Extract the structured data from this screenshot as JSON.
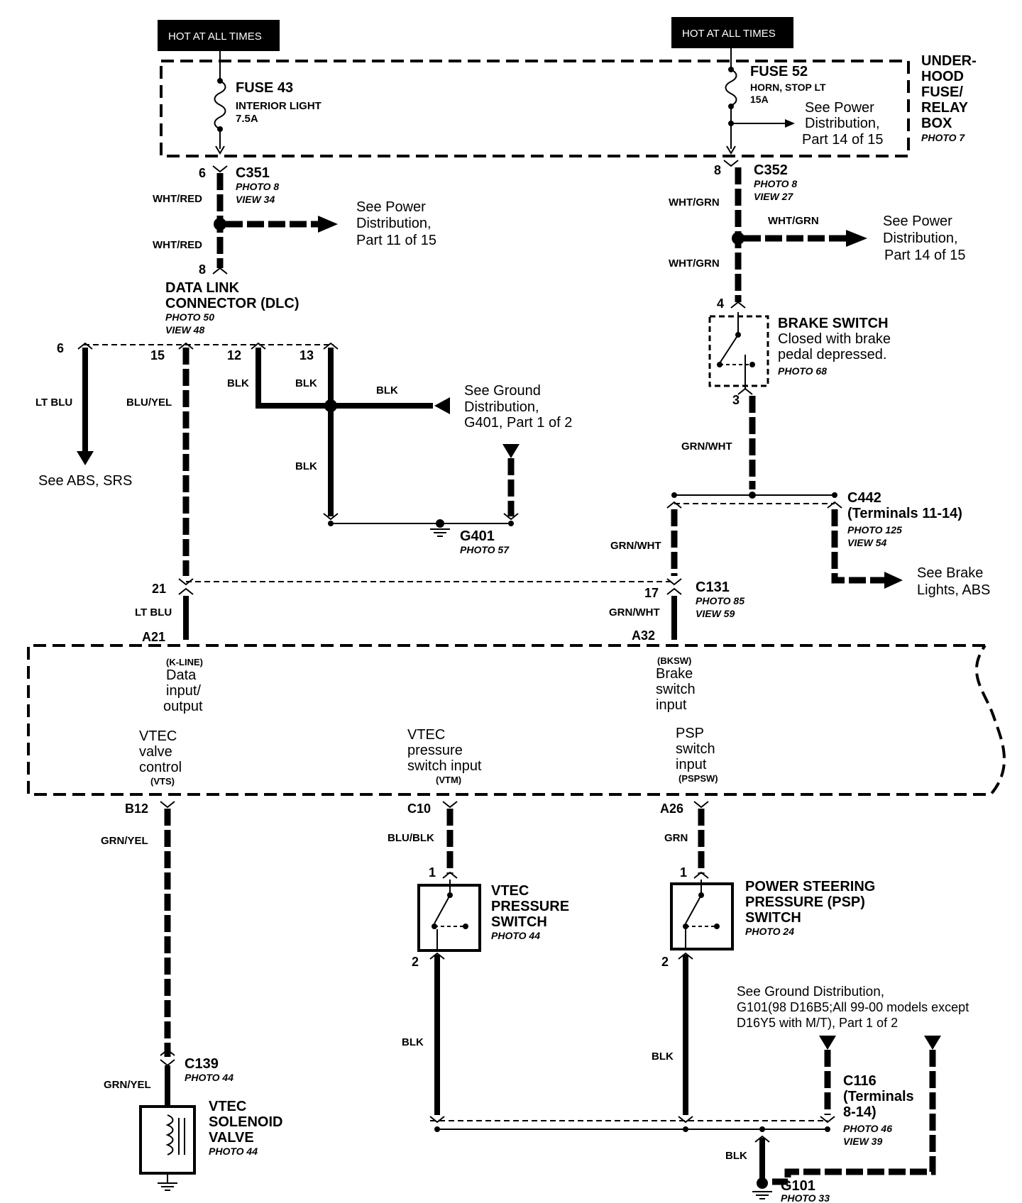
{
  "hot_labels": [
    "HOT AT ALL TIMES",
    "HOT AT ALL TIMES"
  ],
  "fuse_box": {
    "lines": [
      "UNDER-",
      "HOOD",
      "FUSE/",
      "RELAY",
      "BOX"
    ],
    "photo": "PHOTO 7"
  },
  "fuse43": {
    "title": "FUSE  43",
    "desc": "INTERIOR LIGHT",
    "amps": "7.5A"
  },
  "fuse52": {
    "title": "FUSE  52",
    "desc": "HORN, STOP LT",
    "amps": "15A"
  },
  "power14a": [
    "See Power",
    "Distribution,",
    "Part 14 of 15"
  ],
  "c351": {
    "pin": "6",
    "name": "C351",
    "photo": "PHOTO 8",
    "view": "VIEW 34"
  },
  "c352": {
    "pin": "8",
    "name": "C352",
    "photo": "PHOTO 8",
    "view": "VIEW 27"
  },
  "wires": {
    "wht_red_1": "WHT/RED",
    "wht_red_2": "WHT/RED",
    "wht_grn_1": "WHT/GRN",
    "wht_grn_2": "WHT/GRN",
    "wht_grn_3": "WHT/GRN",
    "lt_blu_1": "LT BLU",
    "blu_yel": "BLU/YEL",
    "blk_1": "BLK",
    "blk_2": "BLK",
    "blk_3": "BLK",
    "blk_4": "BLK",
    "grn_wht_1": "GRN/WHT",
    "grn_wht_2": "GRN/WHT",
    "grn_wht_3": "GRN/WHT",
    "lt_blu_2": "LT BLU",
    "grn_yel_1": "GRN/YEL",
    "grn_yel_2": "GRN/YEL",
    "blu_blk": "BLU/BLK",
    "grn": "GRN",
    "blk_5": "BLK",
    "blk_6": "BLK",
    "blk_7": "BLK"
  },
  "power11": [
    "See Power",
    "Distribution,",
    "Part 11 of 15"
  ],
  "power14b": [
    "See Power",
    "Distribution,",
    "Part 14 of 15"
  ],
  "dlc": {
    "pin": "8",
    "name1": "DATA LINK",
    "name2": "CONNECTOR (DLC)",
    "photo": "PHOTO 50",
    "view": "VIEW 48",
    "pins": [
      "6",
      "15",
      "12",
      "13"
    ]
  },
  "abs_srs": "See ABS, SRS",
  "ground_g401": [
    "See Ground",
    "Distribution,",
    "G401, Part 1 of 2"
  ],
  "g401": {
    "name": "G401",
    "photo": "PHOTO 57"
  },
  "brake_switch": {
    "pin_top": "4",
    "pin_bot": "3",
    "title": "BRAKE SWITCH",
    "desc1": "Closed with brake",
    "desc2": "pedal depressed.",
    "photo": "PHOTO 68"
  },
  "c442": {
    "name": "C442",
    "terminals": "(Terminals 11-14)",
    "photo": "PHOTO 125",
    "view": "VIEW 54"
  },
  "brake_lights": [
    "See Brake",
    "Lights, ABS"
  ],
  "c131": {
    "pin_left": "21",
    "pin_right": "17",
    "name": "C131",
    "photo": "PHOTO 85",
    "view": "VIEW 59"
  },
  "ecm": {
    "a21": "A21",
    "a32": "A32",
    "kline": "(K-LINE)",
    "kline_desc": [
      "Data",
      "input/",
      "output"
    ],
    "bksw": "(BKSW)",
    "bksw_desc": [
      "Brake",
      "switch",
      "input"
    ],
    "vts_desc": [
      "VTEC",
      "valve",
      "control"
    ],
    "vts": "(VTS)",
    "vtm_desc": [
      "VTEC",
      "pressure",
      "switch input"
    ],
    "vtm": "(VTM)",
    "psp_desc": [
      "PSP",
      "switch",
      "input"
    ],
    "pspsw": "(PSPSW)",
    "b12": "B12",
    "c10": "C10",
    "a26": "A26"
  },
  "vtec_pressure_switch": {
    "pin1": "1",
    "pin2": "2",
    "lines": [
      "VTEC",
      "PRESSURE",
      "SWITCH"
    ],
    "photo": "PHOTO 44"
  },
  "psp_switch": {
    "pin1": "1",
    "pin2": "2",
    "lines": [
      "POWER STEERING",
      "PRESSURE (PSP)",
      "SWITCH"
    ],
    "photo": "PHOTO 24"
  },
  "c139": {
    "name": "C139",
    "photo": "PHOTO 44"
  },
  "vtec_solenoid": {
    "lines": [
      "VTEC",
      "SOLENOID",
      "VALVE"
    ],
    "photo": "PHOTO 44"
  },
  "ground_g101": [
    "See Ground Distribution,",
    "G101(98 D16B5;All 99-00 models except",
    "D16Y5 with M/T), Part 1 of 2"
  ],
  "c116": {
    "name": "C116",
    "terminals1": "(Terminals",
    "terminals2": "8-14)",
    "photo": "PHOTO 46",
    "view": "VIEW 39"
  },
  "g101": {
    "name": "G101",
    "photo": "PHOTO 33"
  }
}
